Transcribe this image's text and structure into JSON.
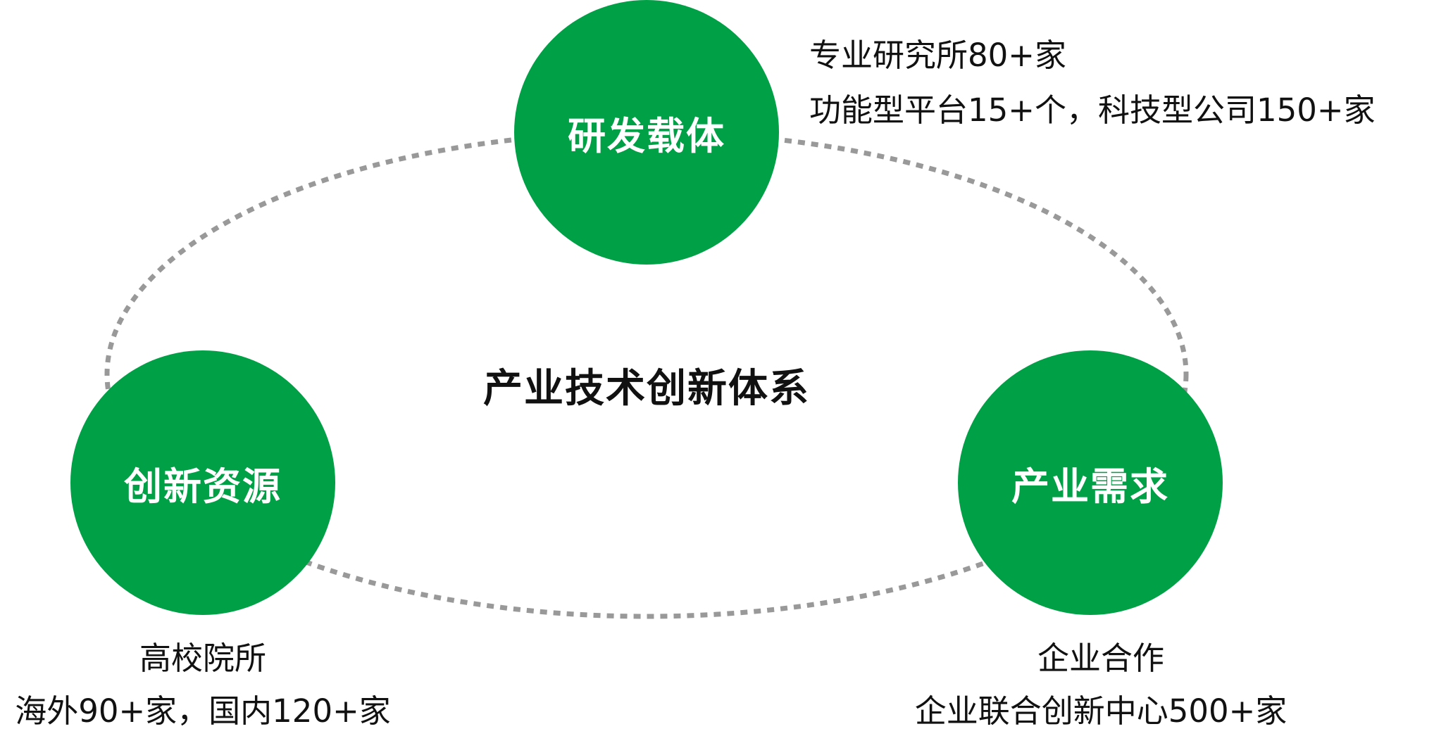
{
  "colors": {
    "node": "#00a046",
    "ring": "#999999"
  },
  "title": "产业技术创新体系",
  "nodes": {
    "top": {
      "label": "研发载体",
      "lines": [
        "专业研究所80+家",
        "功能型平台15+个，科技型公司150+家"
      ]
    },
    "left": {
      "label": "创新资源",
      "lines": [
        "高校院所",
        "海外90+家，国内120+家"
      ]
    },
    "right": {
      "label": "产业需求",
      "lines": [
        "企业合作",
        "企业联合创新中心500+家"
      ]
    }
  }
}
